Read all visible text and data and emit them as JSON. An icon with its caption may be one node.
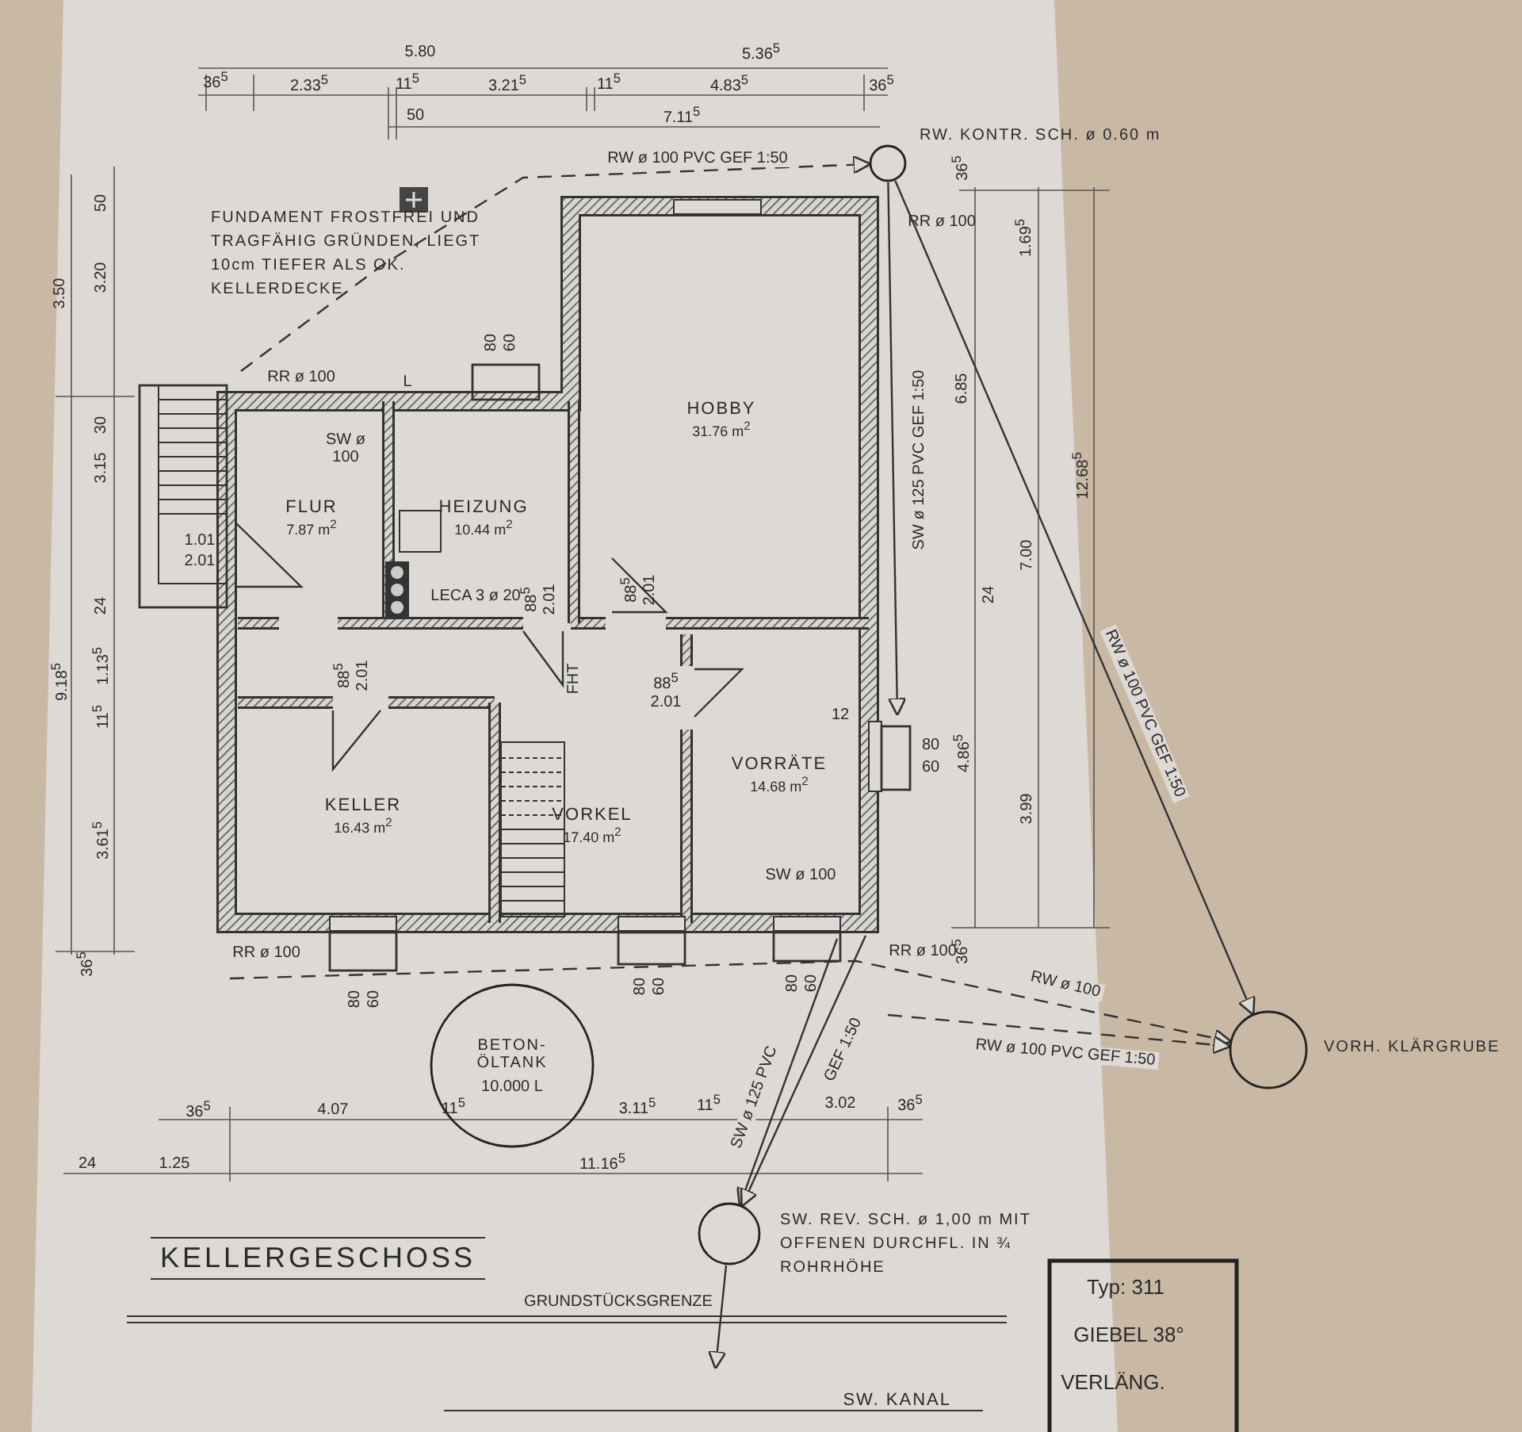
{
  "diagram": {
    "title": "KELLERGESCHOSS",
    "nodes": [
      {
        "text": [
          "FLUR",
          "7.87 m$^{2}$"
        ]
      },
      {
        "text": [
          "HEIZUNG",
          "10.44 m$^{2}$"
        ]
      },
      {
        "text": [
          "HOBBY",
          "31.76 m$^{2}$"
        ]
      },
      {
        "text": [
          "KELLER",
          "16.43 m$^{2}$"
        ]
      },
      {
        "text": [
          "VORKEL",
          "17.40 m$^{2}$"
        ]
      },
      {
        "text": [
          "VORRÄTE",
          "14.68 m$^{2}$"
        ]
      },
      {
        "text": [
          "BETON-ÖLTANK",
          "10.000 L"
        ]
      },
      {
        "text": [],
        "shape": "circle",
        "beside": [
          "RW. KONTR. SCH. ø 0.60 m"
        ]
      },
      {
        "text": [],
        "shape": "circle",
        "beside": [
          "VORH. KLÄRGRUBE"
        ]
      },
      {
        "text": [],
        "shape": "circle",
        "beside": [
          "SW. REV. SCH. ø 1,00 m MIT OFFENEN DURCHFL. IN ¾ ROHRHÖHE"
        ]
      },
      {
        "text": [
          "SW. KANAL"
        ]
      }
    ],
    "edges": [
      {
        "from": null,
        "to": 7,
        "arrow": "to",
        "style": "dashed",
        "label": "RW ø 100 PVC GEF 1:50"
      },
      {
        "from": 7,
        "to": null,
        "arrow": "to",
        "label": "SW ø 125 PVC GEF 1:50"
      },
      {
        "from": 7,
        "to": 8,
        "arrow": "to",
        "label": "RW ø 100 PVC GEF 1:50"
      },
      {
        "from": null,
        "to": 8,
        "arrow": "to",
        "style": "dashed",
        "label": "RW ø 100"
      },
      {
        "from": null,
        "to": 8,
        "arrow": "to",
        "style": "dashed",
        "label": "RW ø 100 PVC GEF 1:50"
      },
      {
        "from": null,
        "to": 9,
        "arrow": "to",
        "label": "SW ø 125 PVC"
      },
      {
        "from": null,
        "to": 9,
        "arrow": "to",
        "label": "GEF 1:50"
      },
      {
        "from": 9,
        "to": 10,
        "arrow": "to"
      }
    ],
    "labels": [
      "FUNDAMENT FROSTFREI UND TRAGFÄHIG GRÜNDEN, LIEGT 10cm TIEFER ALS OK. KELLERDECKE",
      "5.80",
      "5.36$^{5}$",
      "36$^{5}$",
      "2.33$^{5}$",
      "11$^{5}$",
      "3.21$^{5}$",
      "11$^{5}$",
      "4.83$^{5}$",
      "36$^{5}$",
      "50",
      "7.11$^{5}$",
      "3.50",
      "3.20",
      "50",
      "3.15",
      "30",
      "24",
      "1.13$^{5}$",
      "11$^{5}$",
      "9.18$^{5}$",
      "3.61$^{5}$",
      "36$^{5}$",
      "36$^{5}$",
      "1.69$^{5}$",
      "6.85",
      "7.00",
      "12.68$^{5}$",
      "24",
      "4.86$^{5}$",
      "3.99",
      "36$^{5}$",
      "36$^{5}$",
      "4.07",
      "11$^{5}$",
      "3.11$^{5}$",
      "11$^{5}$",
      "3.02",
      "36$^{5}$",
      "24",
      "1.25",
      "11.16$^{5}$",
      "RR ø 100",
      "L",
      "SW ø 100",
      "1.01",
      "2.01",
      "LECA 3 ø 20",
      "88$^{5}$",
      "2.01",
      "FHT",
      "88$^{5}$",
      "2.01",
      "88$^{5}$",
      "2.01",
      "88$^{5}$",
      "2.01",
      "12",
      "SW ø 100",
      "RR ø 100",
      "RR ø 100",
      "RR ø 100",
      "80",
      "60",
      "80",
      "60",
      "80",
      "60",
      "80",
      "60",
      "80",
      "60",
      "GRUNDSTÜCKSGRENZE",
      "Typ: 311",
      "GIEBEL 38°",
      "VERLÄNG."
    ]
  }
}
